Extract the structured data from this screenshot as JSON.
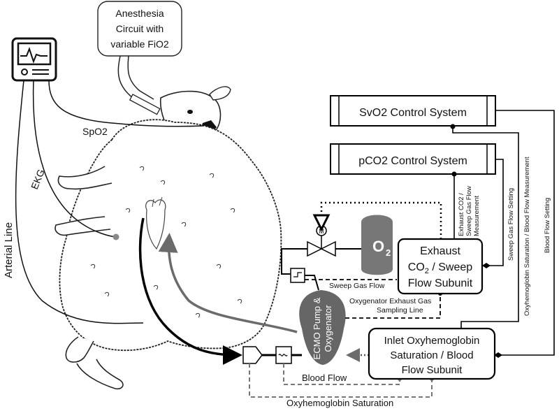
{
  "anesthesia": {
    "line1": "Anesthesia",
    "line2": "Circuit with",
    "line3": "variable FiO2"
  },
  "monitor": {
    "icon": "monitor-icon"
  },
  "signals": {
    "spo2": "SpO2",
    "ekg": "EKG",
    "arterial": "Arterial Line"
  },
  "control": {
    "svo2": "SvO2 Control System",
    "pco2": "pCO2 Control System"
  },
  "exhaust": {
    "line1": "Exhaust",
    "line2_prefix": "CO",
    "line2_sub": "2",
    "line2_suffix": " / Sweep",
    "line3": "Flow Subunit"
  },
  "inlet": {
    "line1": "Inlet Oxyhemoglobin",
    "line2": "Saturation / Blood",
    "line3": "Flow Subunit"
  },
  "ecmo": {
    "line1": "ECMO Pump &",
    "line2": "Oxygenator"
  },
  "o2tank": {
    "label_main": "O",
    "label_sub": "2"
  },
  "valve": {
    "motor": "M"
  },
  "vertical_labels": {
    "exhaust_meas_1": "Exhaust CO2 /",
    "exhaust_meas_2": "Sweep Gas Flow",
    "exhaust_meas_3": "Measurement",
    "sweep_setting": "Sweep Gas Flow Setting",
    "oxy_meas": "Oxyhemoglobin Saturation / Blood Flow Measurement",
    "blood_setting": "Blood Flow Setting"
  },
  "flow_labels": {
    "sweep_gas": "Sweep Gas Flow",
    "exhaust_sampling_1": "Oxygenator Exhaust Gas",
    "exhaust_sampling_2": "Sampling Line",
    "blood_flow": "Blood Flow",
    "oxy_sat": "Oxyhemoglobin Saturation"
  },
  "colors": {
    "line": "#000000",
    "grey_flow": "#6b6b6b",
    "unit_fill": "#666666"
  }
}
